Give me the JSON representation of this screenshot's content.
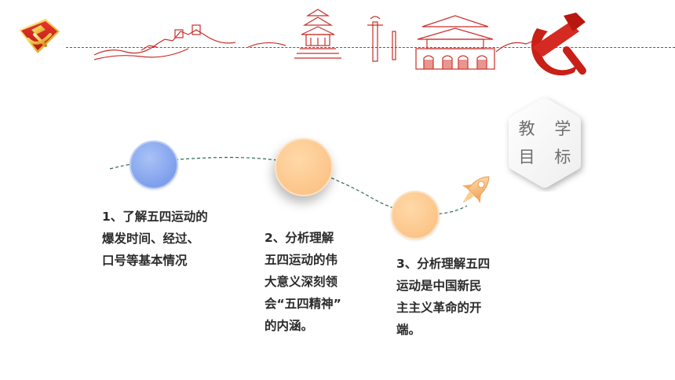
{
  "header": {
    "emblem_left": "party-emblem",
    "emblem_right": "party-emblem",
    "decoration": "landmark-skyline",
    "accent_color": "#d32a24"
  },
  "badge": {
    "line1": "教 学",
    "line2": "目 标"
  },
  "objectives": [
    {
      "lines": [
        "1、了解五四运动的",
        "爆发时间、经过、",
        "口号等基本情况"
      ],
      "color": "#89a7ee"
    },
    {
      "lines": [
        "2、分析理解",
        "五四运动的伟",
        "大意义深刻领",
        "会“五四精神”",
        "的内涵。"
      ],
      "color": "#fcc58a"
    },
    {
      "lines": [
        "3、分析理解五四",
        "运动是中国新民",
        "主主义革命的开",
        "端。"
      ],
      "color": "#fcc58a"
    }
  ],
  "decor": {
    "rocket": "rocket-icon"
  }
}
